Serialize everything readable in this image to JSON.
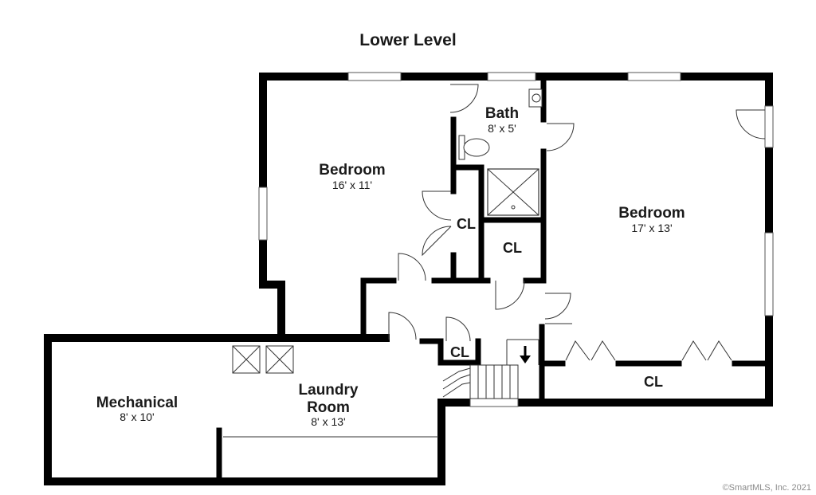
{
  "title": "Lower Level",
  "copyright": "©SmartMLS, Inc. 2021",
  "rooms": {
    "bedroom_left": {
      "name": "Bedroom",
      "size": "16' x 11'"
    },
    "bath": {
      "name": "Bath",
      "size": "8' x 5'"
    },
    "bedroom_right": {
      "name": "Bedroom",
      "size": "17' x 13'"
    },
    "closet_a": {
      "name": "CL"
    },
    "closet_b": {
      "name": "CL"
    },
    "closet_c": {
      "name": "CL"
    },
    "closet_d": {
      "name": "CL"
    },
    "mechanical": {
      "name": "Mechanical",
      "size": "8' x 10'"
    },
    "laundry": {
      "name_line1": "Laundry",
      "name_line2": "Room",
      "size": "8' x 13'"
    }
  },
  "colors": {
    "wall": "#000000",
    "background": "#ffffff",
    "label": "#1a1a1a",
    "copyright": "#8a8a8a"
  }
}
